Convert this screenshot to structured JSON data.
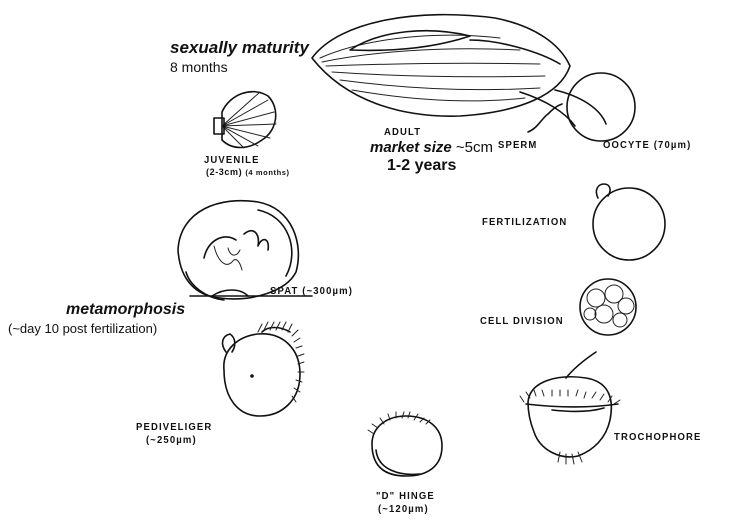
{
  "labels": {
    "sexually_maturity": "sexually maturity",
    "months_8": "8 months",
    "adult": "ADULT",
    "market_size": "market size",
    "market_size_value": "~5cm",
    "years": "1-2 years",
    "sperm": "SPERM",
    "oocyte": "OOCYTE (70µm)",
    "juvenile": "JUVENILE",
    "juvenile_size": "(2-3cm)",
    "juvenile_age": "(4 months)",
    "fertilization": "FERTILIZATION",
    "spat": "SPAT (~300µm)",
    "metamorphosis": "metamorphosis",
    "metamorphosis_time": "(~day 10 post fertilization)",
    "cell_division": "CELL DIVISION",
    "pediveliger": "PEDIVELIGER",
    "pediveliger_size": "(~250µm)",
    "trochophore": "TROCHOPHORE",
    "d_hinge": "\"D\" HINGE",
    "d_hinge_size": "(~120µm)"
  },
  "colors": {
    "ink": "#111111",
    "background": "#ffffff"
  }
}
